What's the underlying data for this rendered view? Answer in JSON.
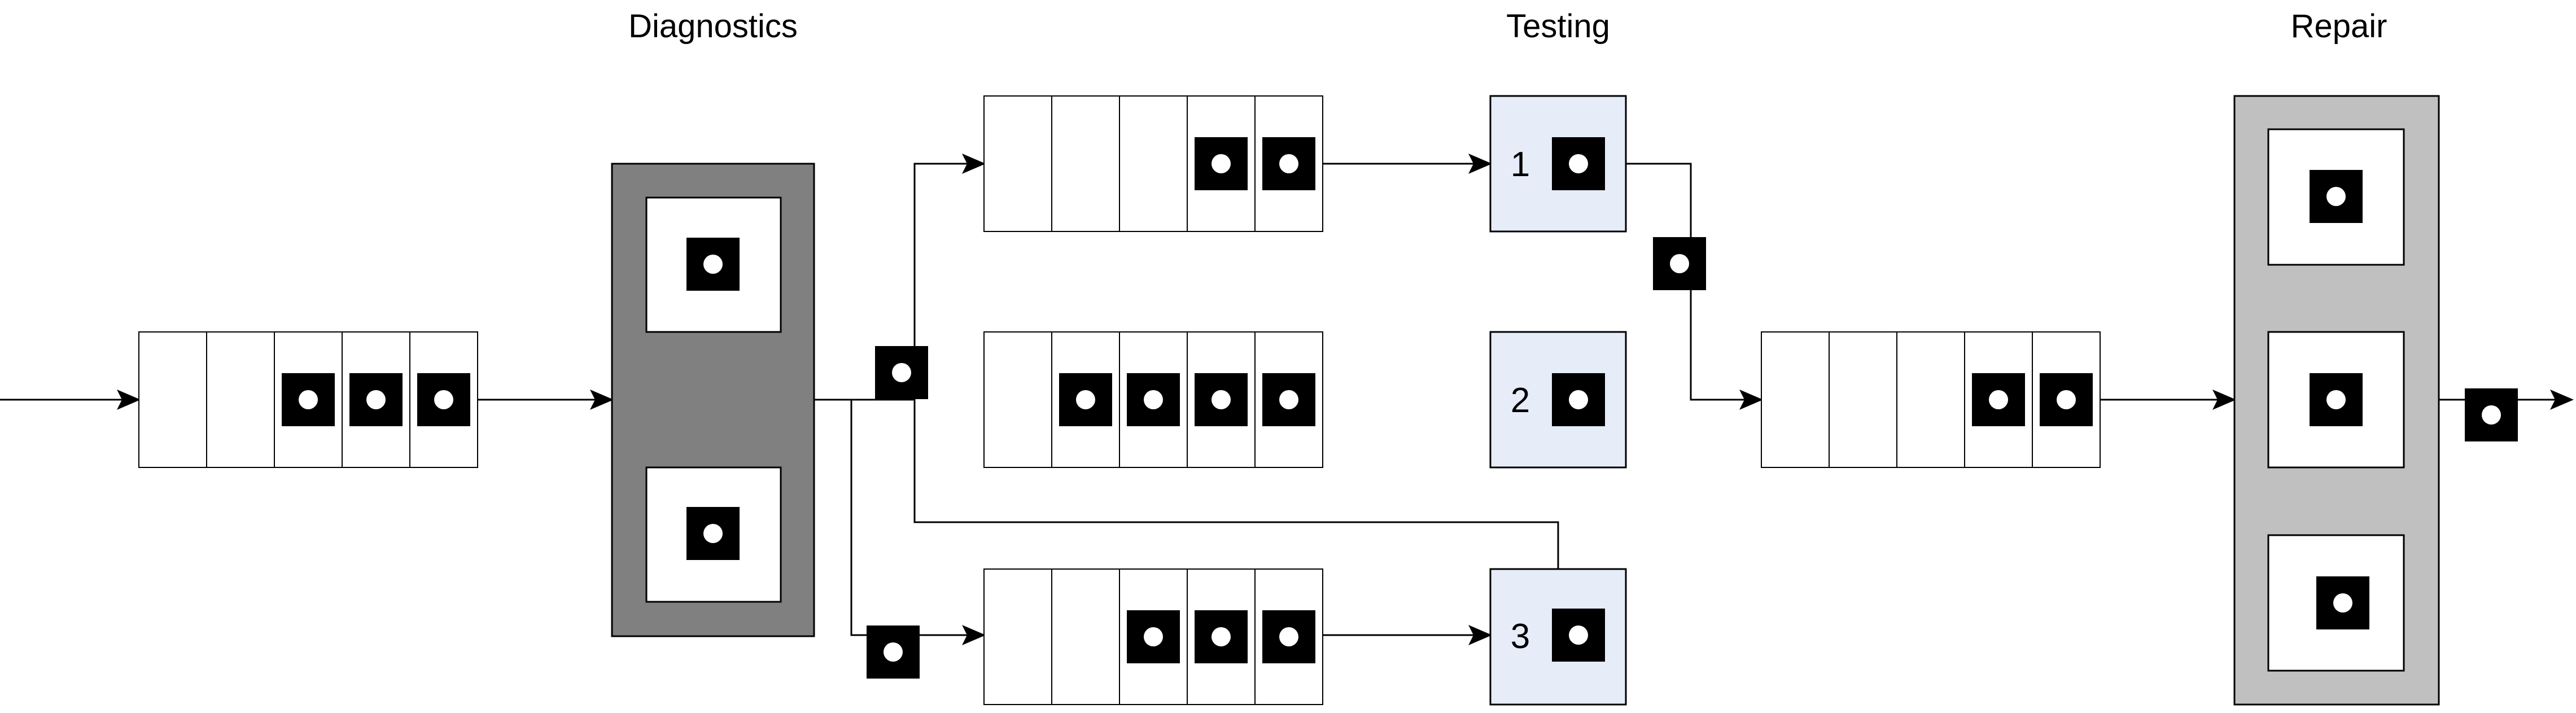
{
  "stages": {
    "diagnostics": "Diagnostics",
    "testing": "Testing",
    "repair": "Repair"
  },
  "testing_stations": [
    "1",
    "2",
    "3"
  ],
  "queues": [
    {
      "name": "input-queue",
      "capacity": 5,
      "occupied": 3
    },
    {
      "name": "test-queue-1",
      "capacity": 5,
      "occupied": 2
    },
    {
      "name": "test-queue-2",
      "capacity": 5,
      "occupied": 4
    },
    {
      "name": "test-queue-3",
      "capacity": 5,
      "occupied": 3
    },
    {
      "name": "repair-queue",
      "capacity": 5,
      "occupied": 2
    }
  ],
  "colors": {
    "diagnostics_fill": "#808080",
    "repair_fill": "#c0c0c0",
    "testing_station_fill": "#e6ecf8",
    "job_token": "#000000",
    "line": "#000000"
  },
  "icons": {
    "job": "job-token-icon",
    "arrow": "arrowhead-icon"
  }
}
